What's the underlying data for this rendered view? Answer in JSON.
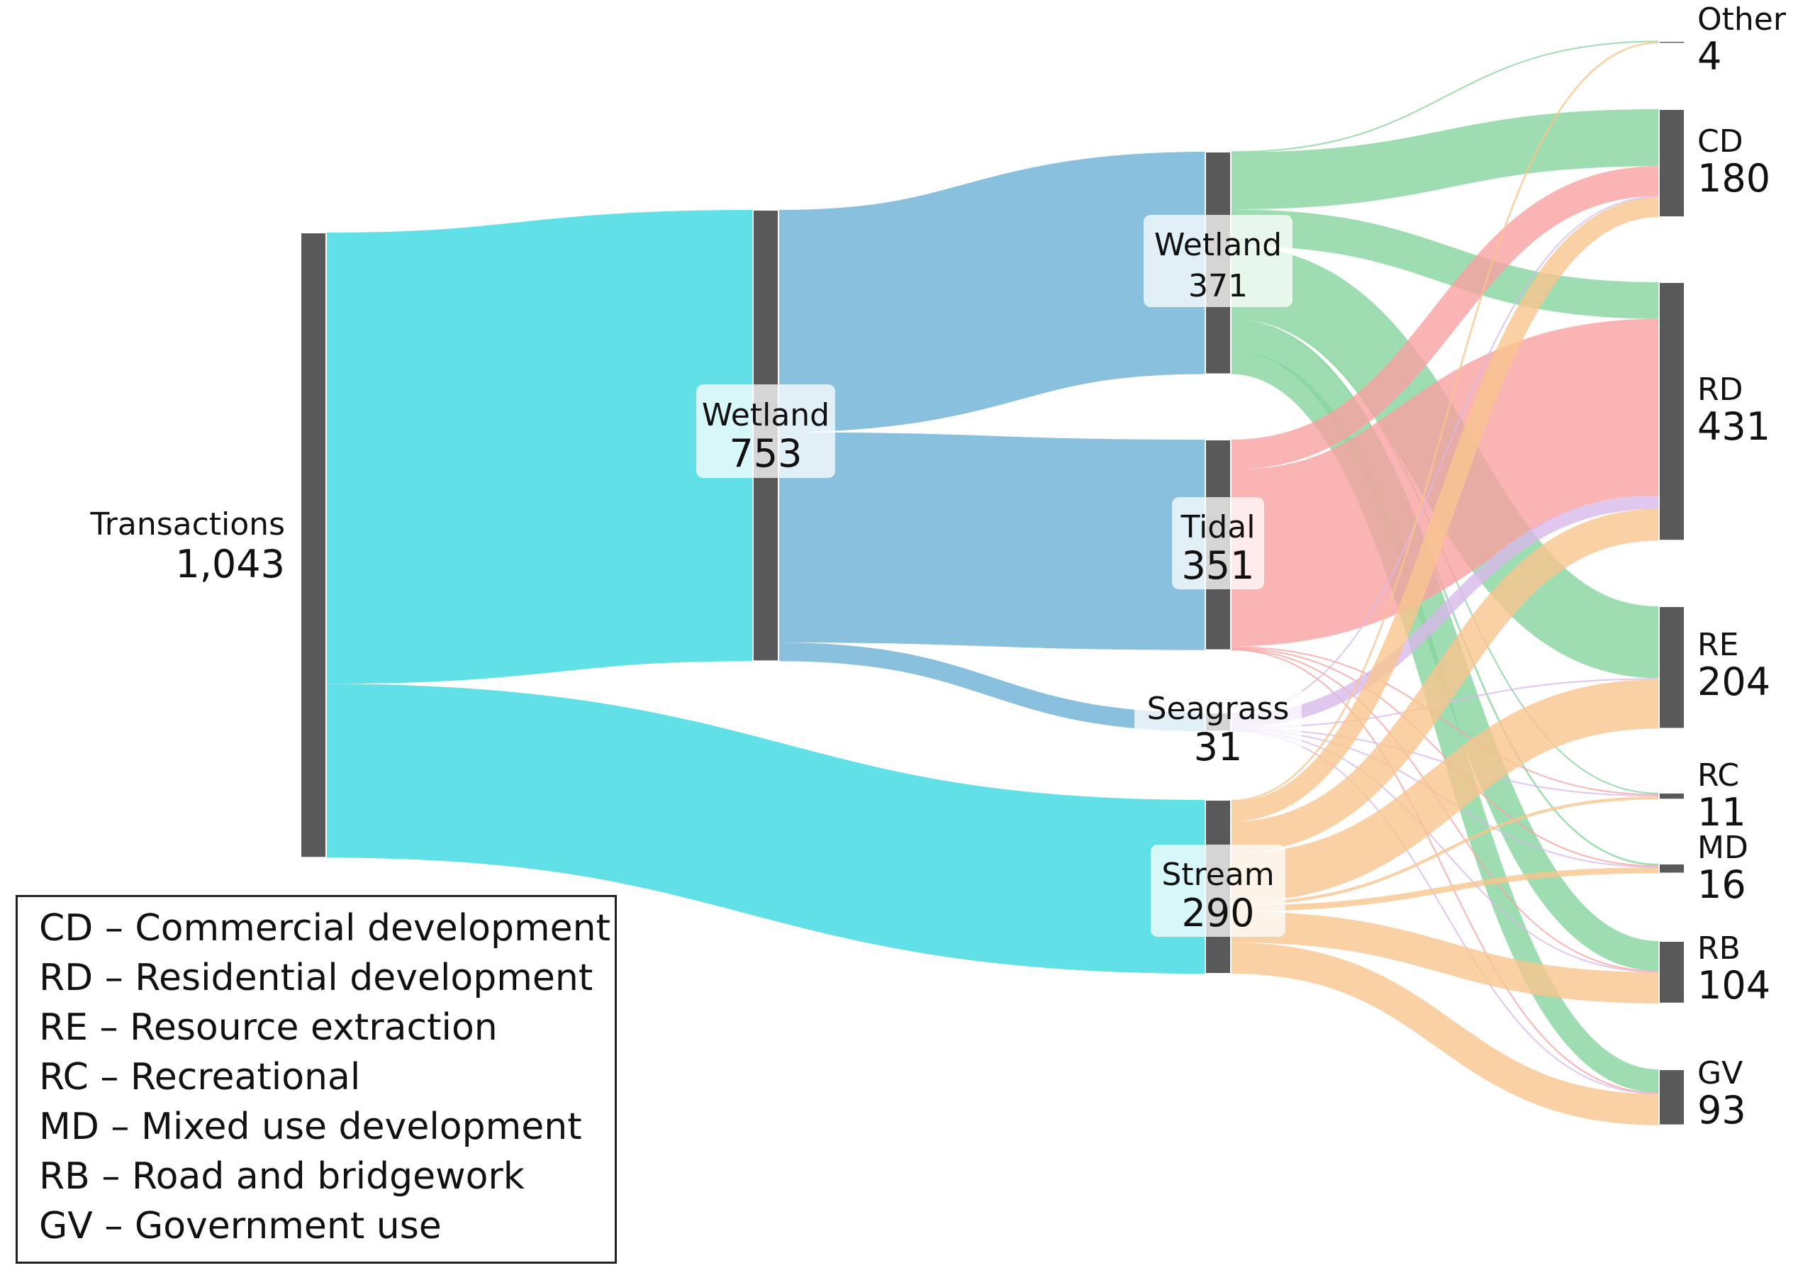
{
  "chart_data": {
    "type": "sankey",
    "title": "",
    "nodes": [
      {
        "id": "transactions",
        "label": "Transactions",
        "value_label": "1,043",
        "value": 1043,
        "column": 0
      },
      {
        "id": "wetland_all",
        "label": "Wetland",
        "value_label": "753",
        "value": 753,
        "column": 1
      },
      {
        "id": "wetland",
        "label": "Wetland",
        "value_label": "371",
        "value": 371,
        "column": 2
      },
      {
        "id": "tidal",
        "label": "Tidal",
        "value_label": "351",
        "value": 351,
        "column": 2
      },
      {
        "id": "seagrass",
        "label": "Seagrass",
        "value_label": "31",
        "value": 31,
        "column": 2
      },
      {
        "id": "stream",
        "label": "Stream",
        "value_label": "290",
        "value": 290,
        "column": 2
      },
      {
        "id": "other",
        "label": "Other",
        "value_label": "4",
        "value": 4,
        "column": 3
      },
      {
        "id": "cd",
        "label": "CD",
        "value_label": "180",
        "value": 180,
        "column": 3
      },
      {
        "id": "rd",
        "label": "RD",
        "value_label": "431",
        "value": 431,
        "column": 3
      },
      {
        "id": "re",
        "label": "RE",
        "value_label": "204",
        "value": 204,
        "column": 3
      },
      {
        "id": "rc",
        "label": "RC",
        "value_label": "11",
        "value": 11,
        "column": 3
      },
      {
        "id": "md",
        "label": "MD",
        "value_label": "16",
        "value": 16,
        "column": 3
      },
      {
        "id": "rb",
        "label": "RB",
        "value_label": "104",
        "value": 104,
        "column": 3
      },
      {
        "id": "gv",
        "label": "GV",
        "value_label": "93",
        "value": 93,
        "column": 3
      }
    ],
    "links": [
      {
        "source": "transactions",
        "target": "wetland_all",
        "value": 753
      },
      {
        "source": "transactions",
        "target": "stream",
        "value": 290
      },
      {
        "source": "wetland_all",
        "target": "wetland",
        "value": 371
      },
      {
        "source": "wetland_all",
        "target": "tidal",
        "value": 351
      },
      {
        "source": "wetland_all",
        "target": "seagrass",
        "value": 31
      },
      {
        "source": "wetland",
        "target": "other",
        "value": 1
      },
      {
        "source": "wetland",
        "target": "cd",
        "value": 95
      },
      {
        "source": "wetland",
        "target": "rd",
        "value": 61
      },
      {
        "source": "wetland",
        "target": "re",
        "value": 120
      },
      {
        "source": "wetland",
        "target": "rc",
        "value": 2
      },
      {
        "source": "wetland",
        "target": "md",
        "value": 3
      },
      {
        "source": "wetland",
        "target": "rb",
        "value": 50
      },
      {
        "source": "wetland",
        "target": "gv",
        "value": 39
      },
      {
        "source": "tidal",
        "target": "cd",
        "value": 50
      },
      {
        "source": "tidal",
        "target": "rd",
        "value": 295
      },
      {
        "source": "tidal",
        "target": "rc",
        "value": 2
      },
      {
        "source": "tidal",
        "target": "md",
        "value": 2
      },
      {
        "source": "tidal",
        "target": "rb",
        "value": 1
      },
      {
        "source": "tidal",
        "target": "gv",
        "value": 1
      },
      {
        "source": "seagrass",
        "target": "cd",
        "value": 2
      },
      {
        "source": "seagrass",
        "target": "rd",
        "value": 22
      },
      {
        "source": "seagrass",
        "target": "re",
        "value": 2
      },
      {
        "source": "seagrass",
        "target": "rc",
        "value": 2
      },
      {
        "source": "seagrass",
        "target": "md",
        "value": 1
      },
      {
        "source": "seagrass",
        "target": "rb",
        "value": 1
      },
      {
        "source": "seagrass",
        "target": "gv",
        "value": 1
      },
      {
        "source": "stream",
        "target": "other",
        "value": 3
      },
      {
        "source": "stream",
        "target": "cd",
        "value": 33
      },
      {
        "source": "stream",
        "target": "rd",
        "value": 53
      },
      {
        "source": "stream",
        "target": "re",
        "value": 82
      },
      {
        "source": "stream",
        "target": "rc",
        "value": 5
      },
      {
        "source": "stream",
        "target": "md",
        "value": 10
      },
      {
        "source": "stream",
        "target": "rb",
        "value": 52
      },
      {
        "source": "stream",
        "target": "gv",
        "value": 52
      }
    ],
    "colors": {
      "node": "#595959",
      "transactions": "#62e0e8",
      "wetland_all": "#89c0de",
      "wetland": "#86d59e",
      "tidal": "#f9a1a1",
      "seagrass": "#d8b9ea",
      "stream": "#f9c48e"
    }
  },
  "legend": {
    "items": [
      "CD – Commercial development",
      "RD – Residential development",
      "RE – Resource extraction",
      "RC – Recreational",
      "MD – Mixed use development",
      "RB – Road and bridgework",
      "GV – Government use"
    ]
  }
}
